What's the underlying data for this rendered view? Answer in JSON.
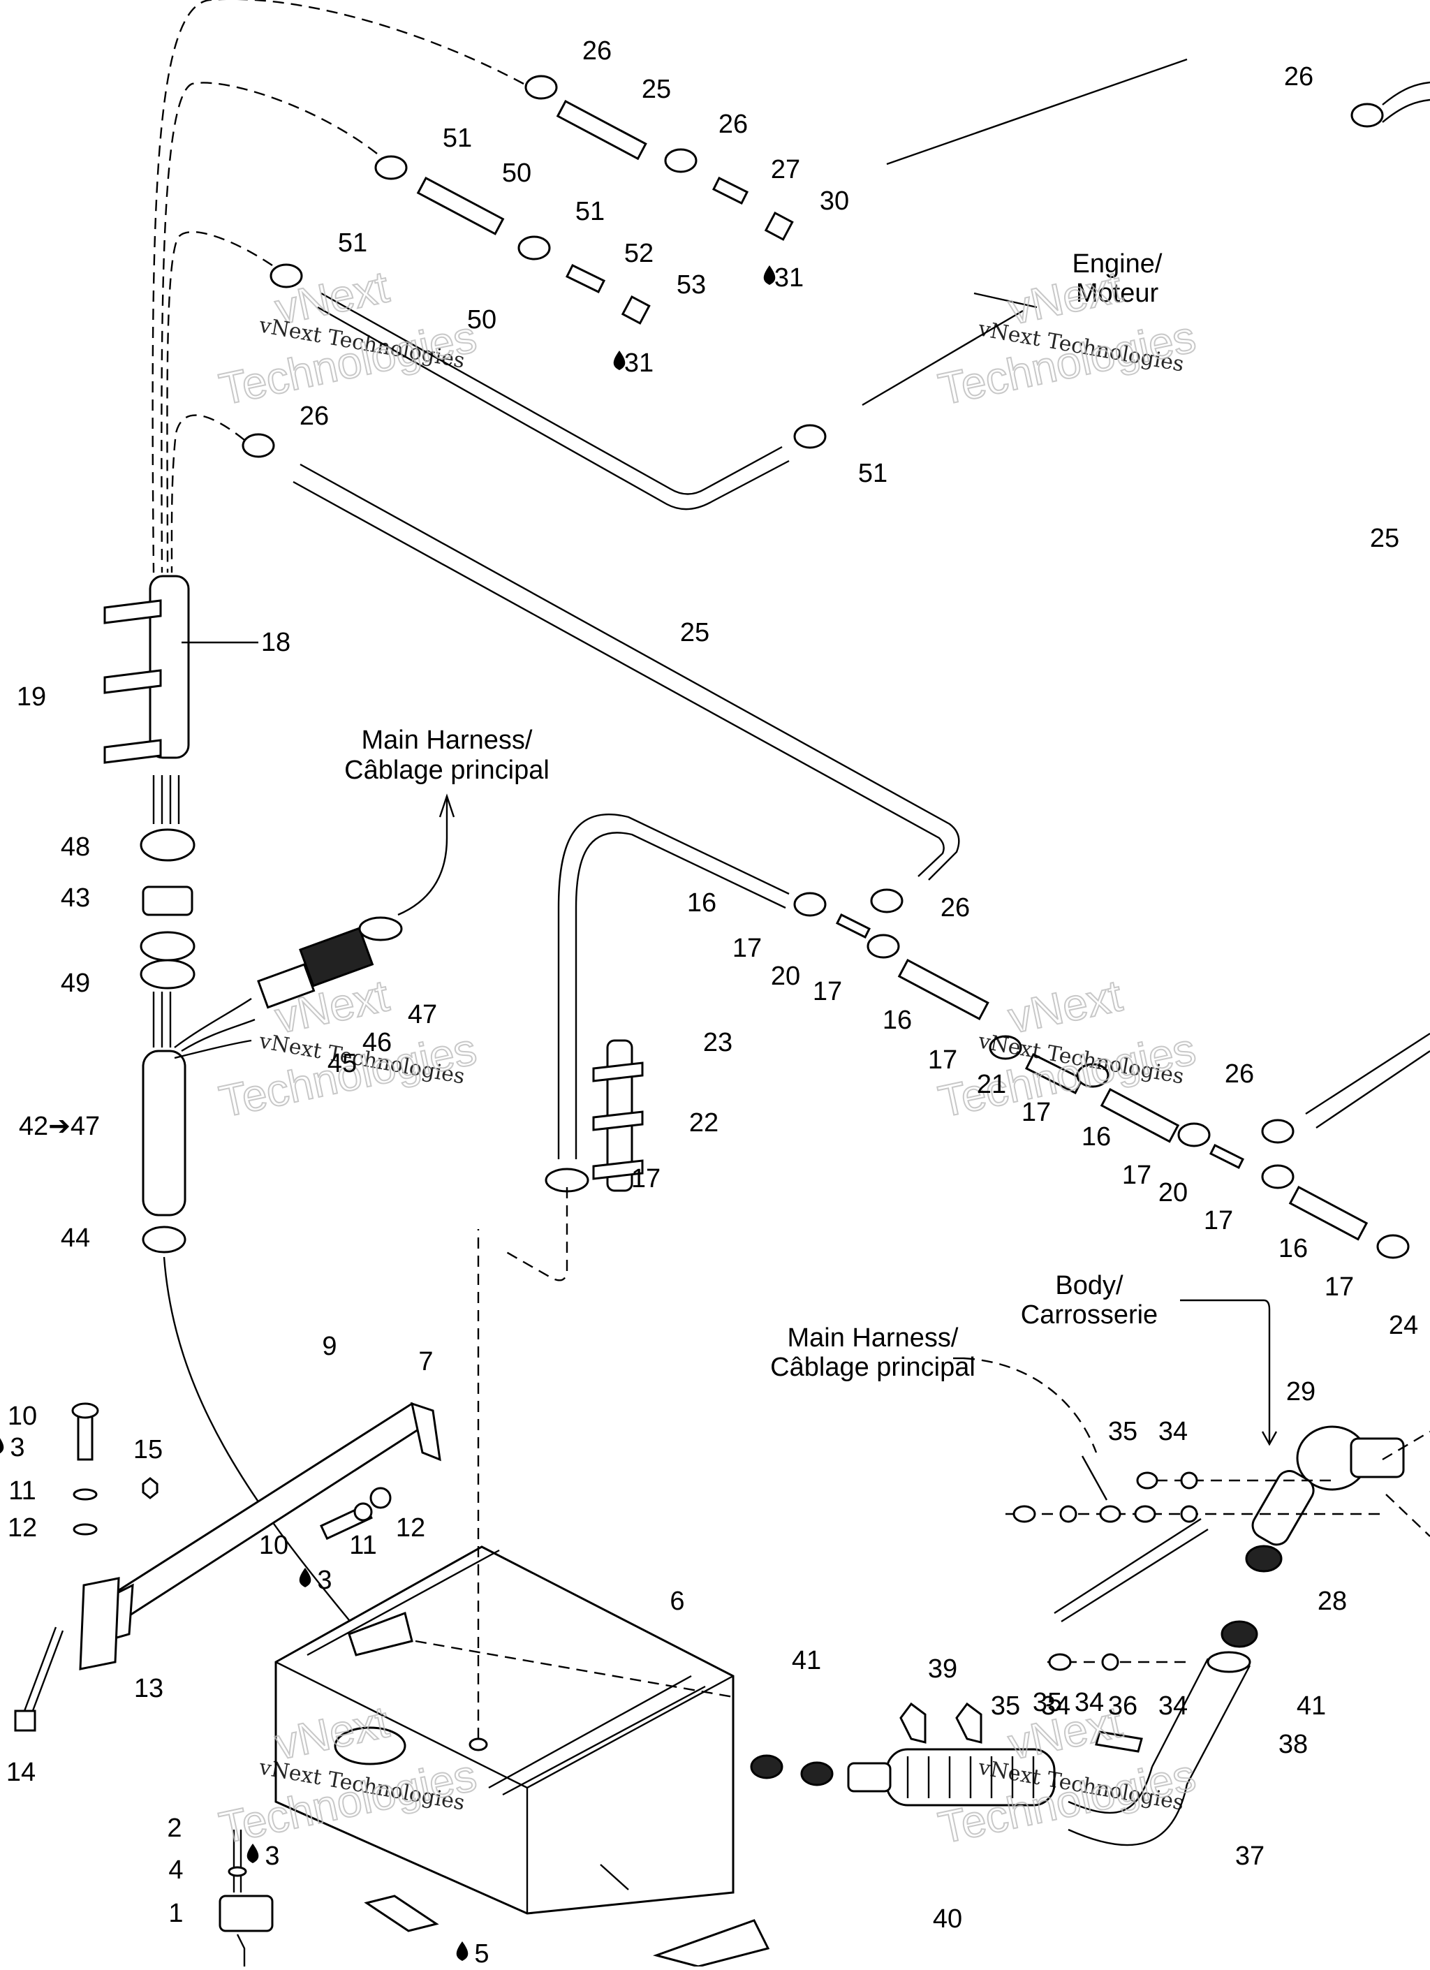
{
  "captions": {
    "engine": [
      "Engine/",
      "Moteur"
    ],
    "main_harness_1": [
      "Main Harness/",
      "Câblage principal"
    ],
    "main_harness_2": [
      "Main Harness/",
      "Câblage principal"
    ],
    "body": [
      "Body/",
      "Carrosserie"
    ]
  },
  "watermarks": [
    {
      "top": "vNext",
      "line": "vNext Technologies",
      "bottom": "Technologies"
    },
    {
      "top": "vNext",
      "line": "vNext Technologies",
      "bottom": "Technologies"
    },
    {
      "top": "vNext",
      "line": "vNext Technologies",
      "bottom": "Technologies"
    },
    {
      "top": "vNext",
      "line": "vNext Technologies",
      "bottom": "Technologies"
    },
    {
      "top": "vNext",
      "line": "vNext Technologies",
      "bottom": "Technologies"
    },
    {
      "top": "vNext",
      "line": "vNext Technologies",
      "bottom": "Technologies"
    }
  ],
  "callouts": [
    "26",
    "25",
    "26",
    "27",
    "30",
    "31",
    "51",
    "50",
    "51",
    "52",
    "53",
    "31",
    "51",
    "50",
    "26",
    "51",
    "26",
    "25",
    "18",
    "19",
    "48",
    "43",
    "49",
    "47",
    "46",
    "45",
    "42➔47",
    "44",
    "16",
    "17",
    "20",
    "26",
    "17",
    "16",
    "17",
    "21",
    "17",
    "16",
    "26",
    "17",
    "20",
    "17",
    "16",
    "17",
    "24",
    "23",
    "22",
    "17",
    "10",
    "3",
    "11",
    "12",
    "15",
    "9",
    "7",
    "10",
    "11",
    "12",
    "3",
    "13",
    "14",
    "2",
    "3",
    "4",
    "1",
    "5",
    "6",
    "35",
    "34",
    "35",
    "34",
    "36",
    "34",
    "29",
    "28",
    "41",
    "35",
    "34",
    "41",
    "39",
    "38",
    "37",
    "40",
    "25"
  ]
}
